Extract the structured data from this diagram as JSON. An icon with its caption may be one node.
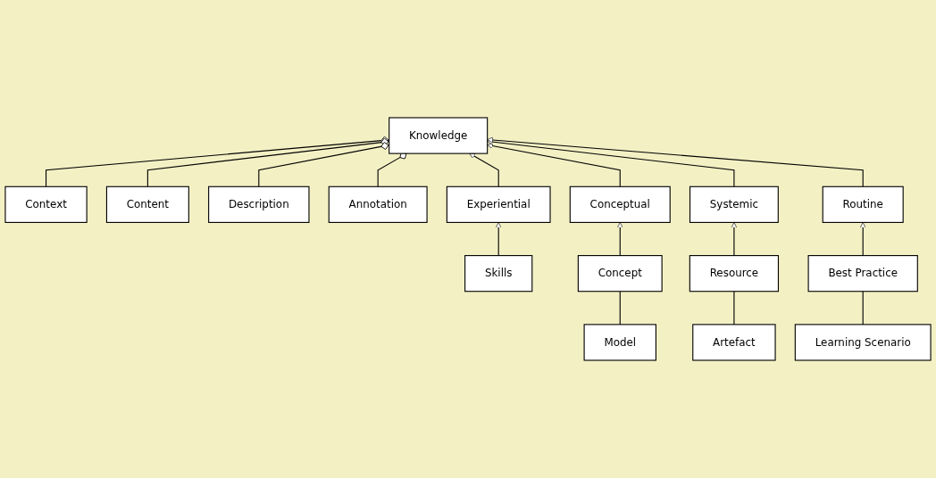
{
  "diagram": {
    "nodes": [
      {
        "text": [
          "Context"
        ]
      },
      {
        "text": [
          "Content"
        ]
      },
      {
        "text": [
          "Description"
        ]
      },
      {
        "text": [
          "Annotation"
        ]
      },
      {
        "text": [
          "Knowledge"
        ]
      },
      {
        "text": [
          "Experiential"
        ]
      },
      {
        "text": [
          "Conceptual"
        ]
      },
      {
        "text": [
          "Systemic"
        ]
      },
      {
        "text": [
          "Routine"
        ]
      },
      {
        "text": [
          "Skills"
        ]
      },
      {
        "text": [
          "Concept"
        ]
      },
      {
        "text": [
          "Model"
        ]
      },
      {
        "text": [
          "Resource"
        ]
      },
      {
        "text": [
          "Artefact"
        ]
      },
      {
        "text": [
          "Best Practice"
        ]
      },
      {
        "text": [
          "Learning Scenario"
        ]
      }
    ],
    "edges": [
      {
        "from": 0,
        "to": 4,
        "arrow": "other"
      },
      {
        "from": 1,
        "to": 4,
        "arrow": "other"
      },
      {
        "from": 2,
        "to": 4,
        "arrow": "other"
      },
      {
        "from": 3,
        "to": 4,
        "arrow": "other"
      },
      {
        "from": 5,
        "to": 4,
        "arrow": "to"
      },
      {
        "from": 6,
        "to": 4,
        "arrow": "to"
      },
      {
        "from": 7,
        "to": 4,
        "arrow": "to"
      },
      {
        "from": 8,
        "to": 4,
        "arrow": "to"
      },
      {
        "from": 9,
        "to": 5,
        "arrow": "to"
      },
      {
        "from": 10,
        "to": 6,
        "arrow": "to"
      },
      {
        "from": 11,
        "to": 10,
        "arrow": "none"
      },
      {
        "from": 12,
        "to": 7,
        "arrow": "to"
      },
      {
        "from": 13,
        "to": 12,
        "arrow": "none"
      },
      {
        "from": 14,
        "to": 8,
        "arrow": "to"
      },
      {
        "from": 15,
        "to": 14,
        "arrow": "none"
      }
    ]
  }
}
